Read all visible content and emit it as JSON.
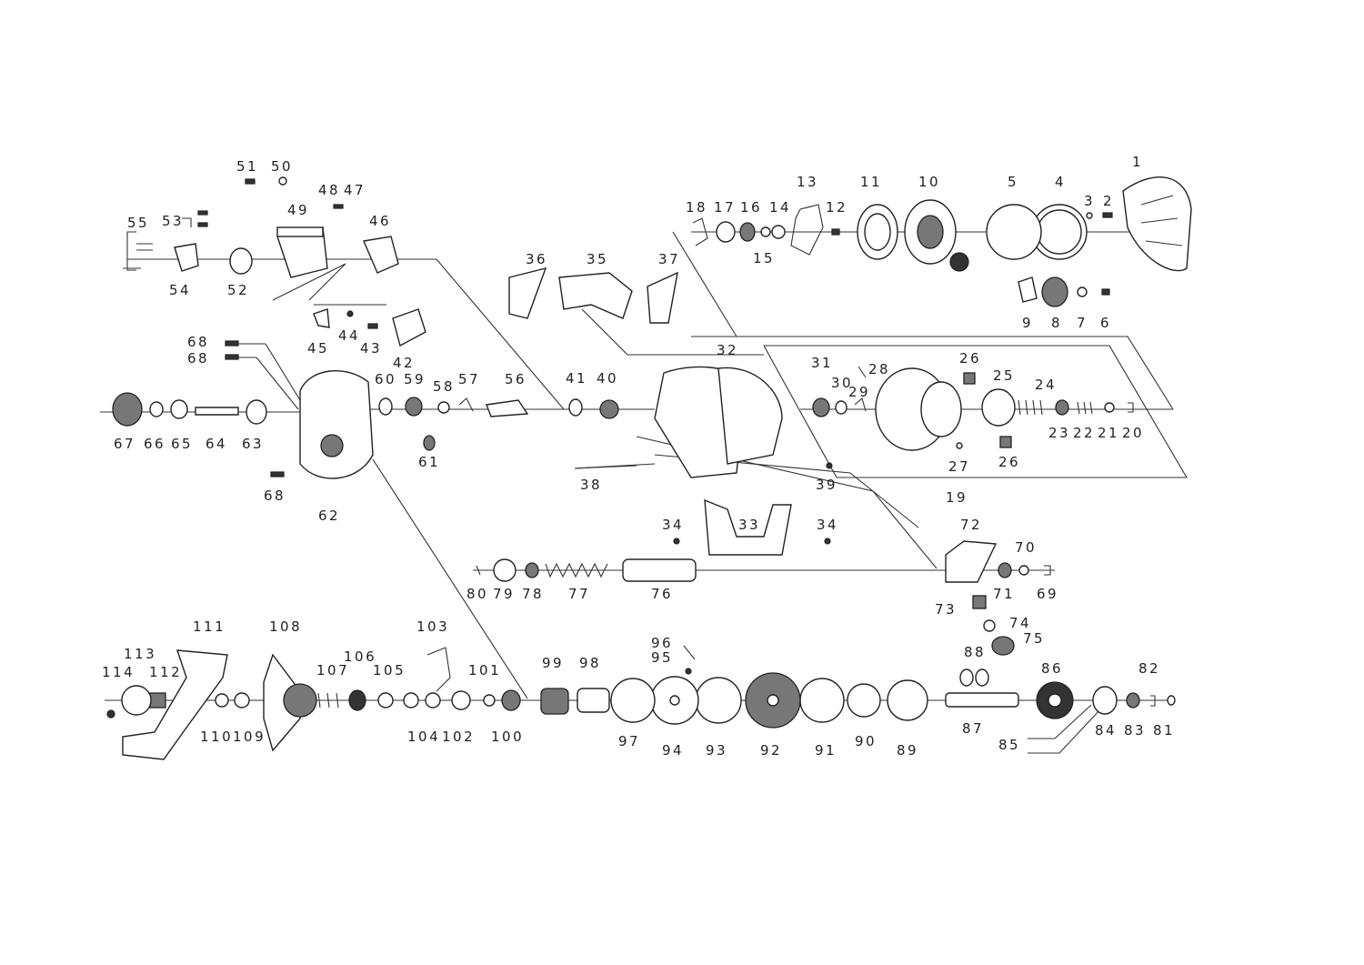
{
  "diagram": {
    "parts": [
      {
        "id": "p1",
        "label": "1"
      },
      {
        "id": "p2",
        "label": "2"
      },
      {
        "id": "p3",
        "label": "3"
      },
      {
        "id": "p4",
        "label": "4"
      },
      {
        "id": "p5",
        "label": "5"
      },
      {
        "id": "p6",
        "label": "6"
      },
      {
        "id": "p7",
        "label": "7"
      },
      {
        "id": "p8",
        "label": "8"
      },
      {
        "id": "p9",
        "label": "9"
      },
      {
        "id": "p10",
        "label": "10"
      },
      {
        "id": "p11",
        "label": "11"
      },
      {
        "id": "p12",
        "label": "12"
      },
      {
        "id": "p13",
        "label": "13"
      },
      {
        "id": "p14",
        "label": "14"
      },
      {
        "id": "p15",
        "label": "15"
      },
      {
        "id": "p16",
        "label": "16"
      },
      {
        "id": "p17",
        "label": "17"
      },
      {
        "id": "p18",
        "label": "18"
      },
      {
        "id": "p19",
        "label": "19"
      },
      {
        "id": "p20",
        "label": "20"
      },
      {
        "id": "p21",
        "label": "21"
      },
      {
        "id": "p22",
        "label": "22"
      },
      {
        "id": "p23",
        "label": "23"
      },
      {
        "id": "p24",
        "label": "24"
      },
      {
        "id": "p25",
        "label": "25"
      },
      {
        "id": "p26",
        "label": "26"
      },
      {
        "id": "p27",
        "label": "27"
      },
      {
        "id": "p28",
        "label": "28"
      },
      {
        "id": "p29",
        "label": "29"
      },
      {
        "id": "p30",
        "label": "30"
      },
      {
        "id": "p31",
        "label": "31"
      },
      {
        "id": "p32",
        "label": "32"
      },
      {
        "id": "p33",
        "label": "33"
      },
      {
        "id": "p34",
        "label": "34"
      },
      {
        "id": "p35",
        "label": "35"
      },
      {
        "id": "p36",
        "label": "36"
      },
      {
        "id": "p37",
        "label": "37"
      },
      {
        "id": "p38",
        "label": "38"
      },
      {
        "id": "p39",
        "label": "39"
      },
      {
        "id": "p40",
        "label": "40"
      },
      {
        "id": "p41",
        "label": "41"
      },
      {
        "id": "p42",
        "label": "42"
      },
      {
        "id": "p43",
        "label": "43"
      },
      {
        "id": "p44",
        "label": "44"
      },
      {
        "id": "p45",
        "label": "45"
      },
      {
        "id": "p46",
        "label": "46"
      },
      {
        "id": "p47",
        "label": "47"
      },
      {
        "id": "p48",
        "label": "48"
      },
      {
        "id": "p49",
        "label": "49"
      },
      {
        "id": "p50",
        "label": "50"
      },
      {
        "id": "p51",
        "label": "51"
      },
      {
        "id": "p52",
        "label": "52"
      },
      {
        "id": "p53",
        "label": "53"
      },
      {
        "id": "p54",
        "label": "54"
      },
      {
        "id": "p55",
        "label": "55"
      },
      {
        "id": "p56",
        "label": "56"
      },
      {
        "id": "p57",
        "label": "57"
      },
      {
        "id": "p58",
        "label": "58"
      },
      {
        "id": "p59",
        "label": "59"
      },
      {
        "id": "p60",
        "label": "60"
      },
      {
        "id": "p61",
        "label": "61"
      },
      {
        "id": "p62",
        "label": "62"
      },
      {
        "id": "p63",
        "label": "63"
      },
      {
        "id": "p64",
        "label": "64"
      },
      {
        "id": "p65",
        "label": "65"
      },
      {
        "id": "p66",
        "label": "66"
      },
      {
        "id": "p67",
        "label": "67"
      },
      {
        "id": "p68",
        "label": "68"
      },
      {
        "id": "p69",
        "label": "69"
      },
      {
        "id": "p70",
        "label": "70"
      },
      {
        "id": "p71",
        "label": "71"
      },
      {
        "id": "p72",
        "label": "72"
      },
      {
        "id": "p73",
        "label": "73"
      },
      {
        "id": "p74",
        "label": "74"
      },
      {
        "id": "p75",
        "label": "75"
      },
      {
        "id": "p76",
        "label": "76"
      },
      {
        "id": "p77",
        "label": "77"
      },
      {
        "id": "p78",
        "label": "78"
      },
      {
        "id": "p79",
        "label": "79"
      },
      {
        "id": "p80",
        "label": "80"
      },
      {
        "id": "p81",
        "label": "81"
      },
      {
        "id": "p82",
        "label": "82"
      },
      {
        "id": "p83",
        "label": "83"
      },
      {
        "id": "p84",
        "label": "84"
      },
      {
        "id": "p85",
        "label": "85"
      },
      {
        "id": "p86",
        "label": "86"
      },
      {
        "id": "p87",
        "label": "87"
      },
      {
        "id": "p88",
        "label": "88"
      },
      {
        "id": "p89",
        "label": "89"
      },
      {
        "id": "p90",
        "label": "90"
      },
      {
        "id": "p91",
        "label": "91"
      },
      {
        "id": "p92",
        "label": "92"
      },
      {
        "id": "p93",
        "label": "93"
      },
      {
        "id": "p94",
        "label": "94"
      },
      {
        "id": "p95",
        "label": "95"
      },
      {
        "id": "p96",
        "label": "96"
      },
      {
        "id": "p97",
        "label": "97"
      },
      {
        "id": "p98",
        "label": "98"
      },
      {
        "id": "p99",
        "label": "99"
      },
      {
        "id": "p100",
        "label": "100"
      },
      {
        "id": "p101",
        "label": "101"
      },
      {
        "id": "p102",
        "label": "102"
      },
      {
        "id": "p103",
        "label": "103"
      },
      {
        "id": "p104",
        "label": "104"
      },
      {
        "id": "p105",
        "label": "105"
      },
      {
        "id": "p106",
        "label": "106"
      },
      {
        "id": "p107",
        "label": "107"
      },
      {
        "id": "p108",
        "label": "108"
      },
      {
        "id": "p109",
        "label": "109"
      },
      {
        "id": "p110",
        "label": "110"
      },
      {
        "id": "p111",
        "label": "111"
      },
      {
        "id": "p112",
        "label": "112"
      },
      {
        "id": "p113",
        "label": "113"
      },
      {
        "id": "p114",
        "label": "114"
      }
    ]
  }
}
